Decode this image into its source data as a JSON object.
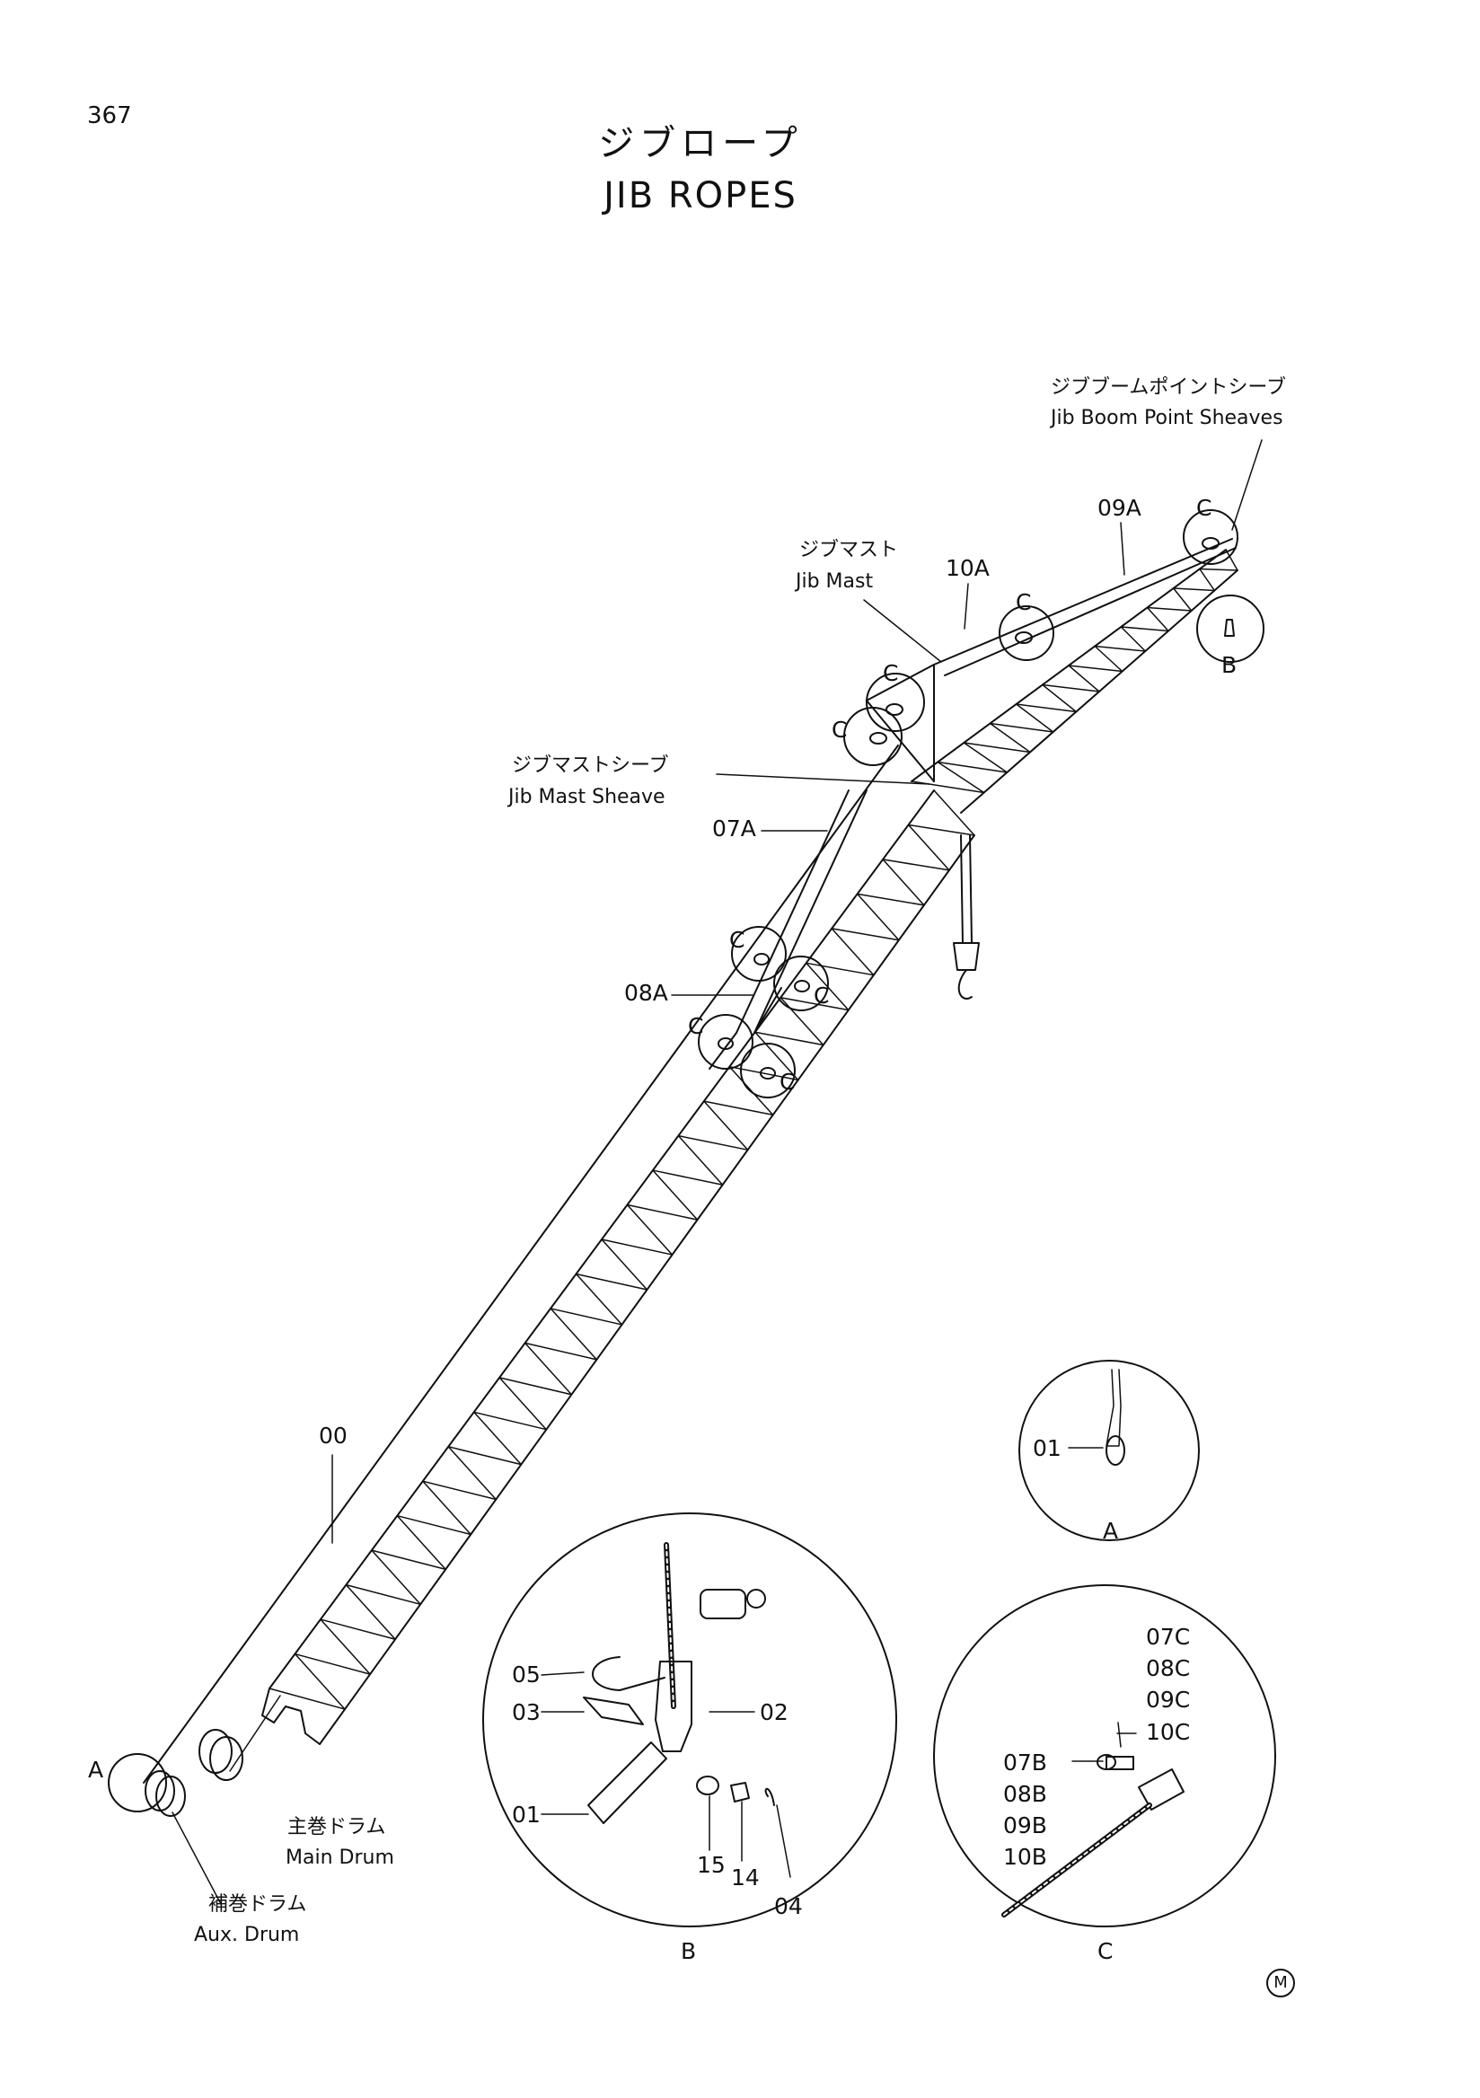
{
  "page_number": "367",
  "title": {
    "jp": "ジブロープ",
    "en": "JIB ROPES"
  },
  "callouts": {
    "jib_boom_point_sheaves": {
      "jp": "ジブブームポイントシーブ",
      "en": "Jib Boom Point Sheaves"
    },
    "jib_mast": {
      "jp": "ジブマスト",
      "en": "Jib Mast"
    },
    "jib_mast_sheave": {
      "jp": "ジブマストシーブ",
      "en": "Jib Mast Sheave"
    },
    "main_drum": {
      "jp": "主巻ドラム",
      "en": "Main Drum"
    },
    "aux_drum": {
      "jp": "補巻ドラム",
      "en": "Aux. Drum"
    }
  },
  "part_labels": {
    "p09A": "09A",
    "p10A": "10A",
    "p07A": "07A",
    "p08A": "08A",
    "p00": "00",
    "b05": "05",
    "b03": "03",
    "b02": "02",
    "b01": "01",
    "b15": "15",
    "b14": "14",
    "b04": "04",
    "a01": "01",
    "c07C": "07C",
    "c08C": "08C",
    "c09C": "09C",
    "c10C": "10C",
    "c07B": "07B",
    "c08B": "08B",
    "c09B": "09B",
    "c10B": "10B"
  },
  "detail_markers": {
    "a": "A",
    "b": "B",
    "c": "C"
  },
  "badge": "M"
}
